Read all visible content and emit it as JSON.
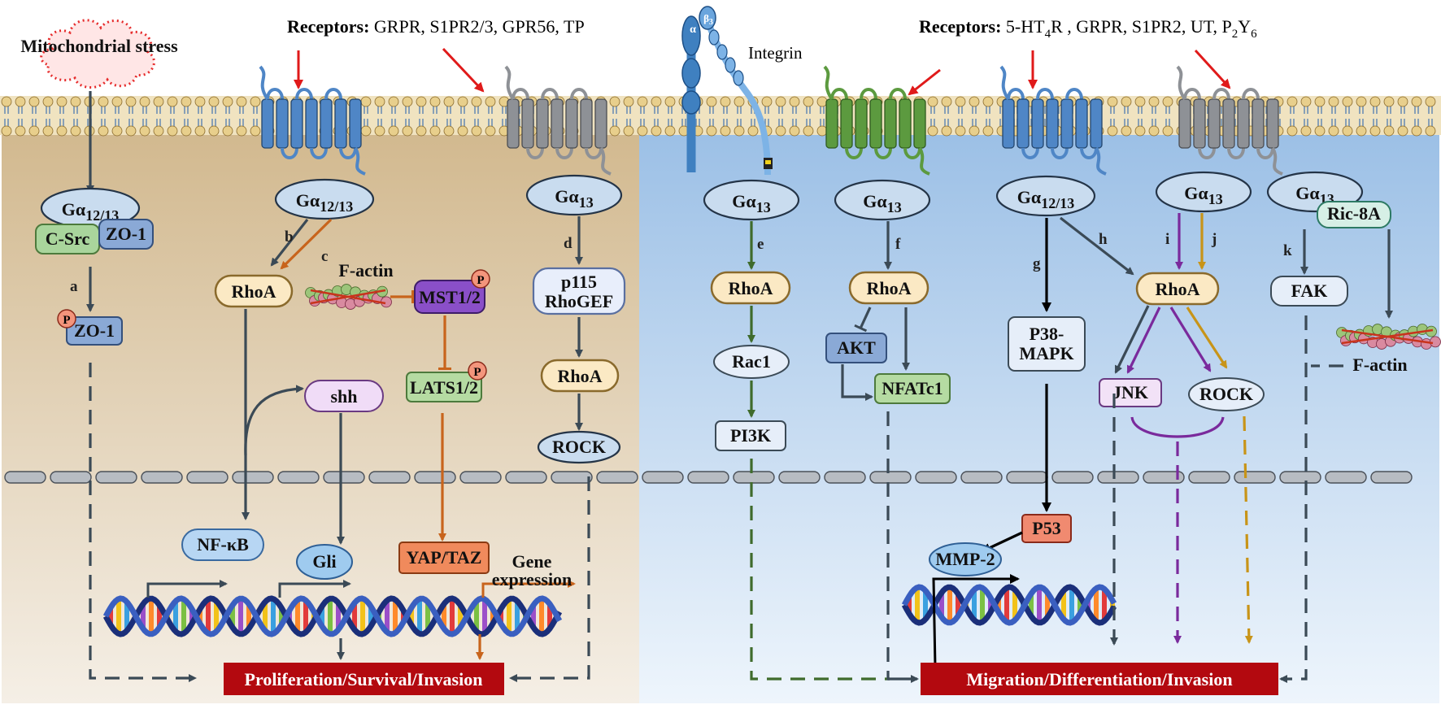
{
  "left_panel": {
    "mito_stress": "Mitochondrial stress",
    "receptors_prefix": "Receptors:",
    "receptors_list": "GRPR, S1PR2/3, GPR56, TP",
    "ga_1213_a": "Gα12/13",
    "c_src": "C-Src",
    "zo1_top": "ZO-1",
    "zo1_p": "ZO-1",
    "ga_1213_b": "Gα12/13",
    "ga_13_a": "Gα13",
    "rhoa_1": "RhoA",
    "factin_1": "F-actin",
    "mst": "MST1/2",
    "lats": "LATS1/2",
    "p115": "p115 RhoGEF",
    "rhoa_2": "RhoA",
    "rock_1": "ROCK",
    "shh": "shh",
    "nfkb": "NF-κB",
    "gli": "Gli",
    "yap": "YAP/TAZ",
    "gene_expression": "Gene expression",
    "outcome": "Proliferation/Survival/Invasion",
    "steps": [
      "a",
      "b",
      "c",
      "d"
    ],
    "phospho": "P"
  },
  "right_panel": {
    "integrin": "Integrin",
    "alpha": "α",
    "beta3": "β3",
    "receptors_prefix": "Receptors:",
    "receptors_list": "5-HT4R , GRPR, S1PR2, UT, P2Y6",
    "ga_13_e": "Gα13",
    "ga_13_f": "Gα13",
    "ga_1213_gh": "Gα12/13",
    "ga_13_ij": "Gα13",
    "ga_13_k": "Gα13",
    "ric8a": "Ric-8A",
    "rhoa_e": "RhoA",
    "rac1": "Rac1",
    "pi3k": "PI3K",
    "rhoa_f": "RhoA",
    "akt": "AKT",
    "nfatc1": "NFATc1",
    "p38": "P38-MAPK",
    "rhoa_ij": "RhoA",
    "jnk": "JNK",
    "rock_2": "ROCK",
    "fak": "FAK",
    "factin_2": "F-actin",
    "p53": "P53",
    "mmp2": "MMP-2",
    "outcome": "Migration/Differentiation/Invasion",
    "steps": [
      "e",
      "f",
      "g",
      "h",
      "i",
      "j",
      "k"
    ]
  },
  "colors": {
    "left_bg": "#dcc7a6",
    "right_bg": "#a9c9ea",
    "outcome_red": "#b3090f",
    "green_path": "#3f6b2c",
    "orange_path": "#c8641c",
    "purple_path": "#7a2a9c",
    "gold_path": "#c89418",
    "dark_path": "#3b4a56"
  }
}
